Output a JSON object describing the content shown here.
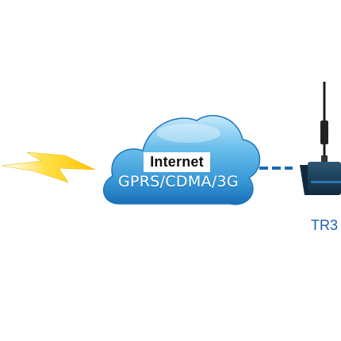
{
  "diagram": {
    "internet_label": "Internet",
    "network_label": "GPRS/CDMA/3G",
    "router_label": "TR3",
    "colors": {
      "cloud_light": "#bfe6fb",
      "cloud_mid": "#4aa8df",
      "cloud_dark": "#1a6db5",
      "bolt_fill": "#ffd21a",
      "bolt_edge": "#f0b400",
      "link_dash": "#1b6ab0",
      "router_body": "#16364f",
      "router_label": "#1a5fb0"
    },
    "icons": {
      "signal": "lightning-bolt-icon",
      "network": "cloud-icon",
      "device": "router-icon",
      "antenna": "antenna-icon"
    }
  }
}
